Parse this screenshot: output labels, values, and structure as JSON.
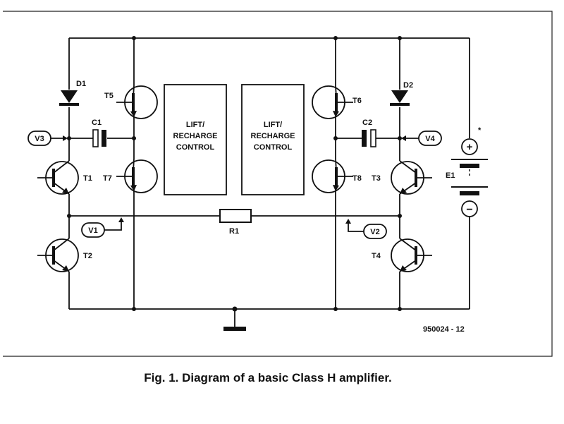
{
  "components": {
    "diodes": [
      "D1",
      "D2"
    ],
    "capacitors": [
      "C1",
      "C2"
    ],
    "transistors": [
      "T1",
      "T2",
      "T3",
      "T4",
      "T5",
      "T6",
      "T7",
      "T8"
    ],
    "resistor": "R1",
    "battery": "E1",
    "battery_plus": "+",
    "battery_minus": "−",
    "battery_mark": "*"
  },
  "nodes": [
    "V1",
    "V2",
    "V3",
    "V4"
  ],
  "blocks": {
    "left": [
      "LIFT/",
      "RECHARGE",
      "CONTROL"
    ],
    "right": [
      "LIFT/",
      "RECHARGE",
      "CONTROL"
    ]
  },
  "figure_code": "950024 - 12",
  "caption": "Fig. 1. Diagram of a basic Class H amplifier."
}
